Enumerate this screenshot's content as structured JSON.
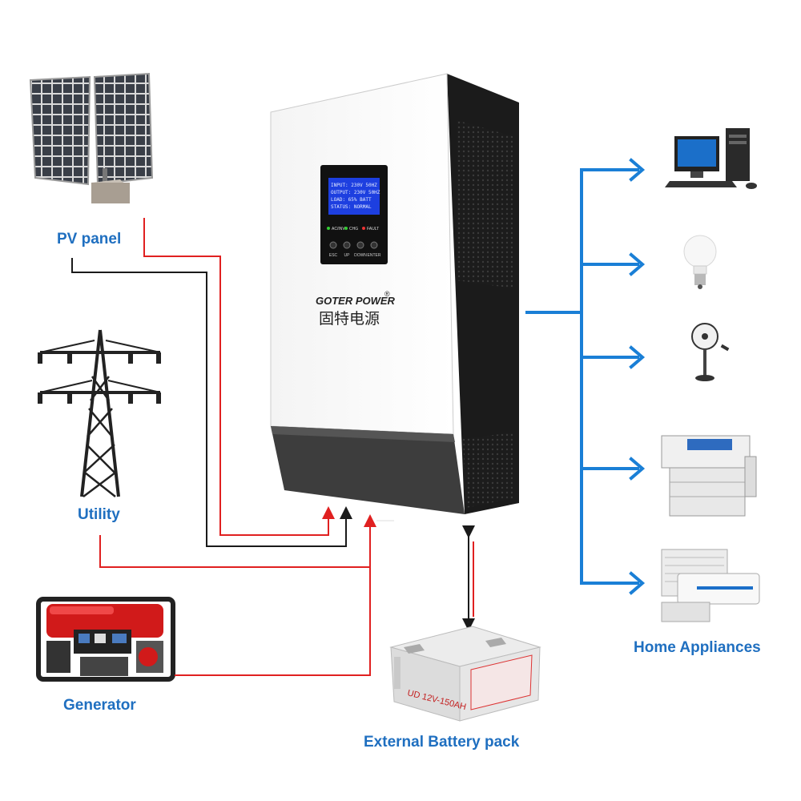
{
  "labels": {
    "pv_panel": "PV panel",
    "utility": "Utility",
    "generator": "Generator",
    "battery": "External Battery pack",
    "appliances": "Home Appliances"
  },
  "inverter": {
    "brand_en": "GOTER POWER",
    "brand_mark": "®",
    "brand_cn": "固特电源",
    "lcd_lines": [
      "INPUT: 230V 50HZ",
      "OUTPUT: 230V 50HZ",
      "LOAD: 65% BATT",
      "STATUS: NORMAL"
    ],
    "indicators": [
      "AC/INV",
      "CHG",
      "FAULT"
    ],
    "buttons": [
      "ESC",
      "UP",
      "DOWN",
      "ENTER"
    ]
  },
  "battery": {
    "model": "UD 12V-150AH"
  },
  "colors": {
    "label_blue": "#1f6fc0",
    "line_red": "#e02020",
    "line_black": "#1a1a1a",
    "output_blue": "#1a7fd6"
  },
  "icons": [
    "solar-panel-icon",
    "power-tower-icon",
    "generator-icon",
    "battery-icon",
    "computer-icon",
    "light-bulb-icon",
    "fan-icon",
    "printer-icon",
    "air-conditioner-icon"
  ]
}
